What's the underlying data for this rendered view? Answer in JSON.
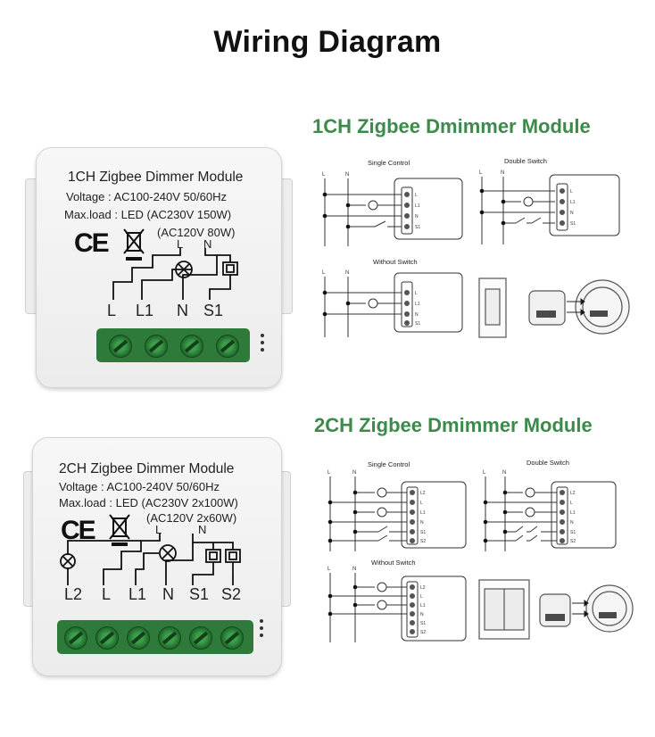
{
  "page": {
    "title": "Wiring Diagram"
  },
  "sections": {
    "ch1": {
      "title": "1CH Zigbee Dmimmer Module",
      "module": {
        "name": "1CH Zigbee Dimmer Module",
        "voltage": "Voltage : AC100-240V 50/60Hz",
        "maxload": "Max.load : LED (AC230V 150W)",
        "maxload2": "(AC120V 80W)",
        "ce": "CE",
        "wire_top": [
          "L",
          "N"
        ],
        "terminals": [
          "L",
          "L1",
          "N",
          "S1"
        ]
      },
      "diagrams": {
        "single": "Single Control",
        "double": "Double Switch",
        "without": "Without Switch",
        "bus": [
          "L",
          "N"
        ],
        "pins": [
          "L",
          "L1",
          "N",
          "S1"
        ]
      }
    },
    "ch2": {
      "title": "2CH Zigbee Dmimmer Module",
      "module": {
        "name": "2CH Zigbee Dimmer Module",
        "voltage": "Voltage : AC100-240V 50/60Hz",
        "maxload": "Max.load : LED (AC230V 2x100W)",
        "maxload2": "(AC120V 2x60W)",
        "ce": "CE",
        "wire_top": [
          "L",
          "N"
        ],
        "terminals": [
          "L2",
          "L",
          "L1",
          "N",
          "S1",
          "S2"
        ]
      },
      "diagrams": {
        "single": "Single Control",
        "double": "Double Switch",
        "without": "Without Switch",
        "bus": [
          "L",
          "N"
        ],
        "pins": [
          "L2",
          "L",
          "L1",
          "N",
          "S1",
          "S2"
        ]
      }
    }
  }
}
